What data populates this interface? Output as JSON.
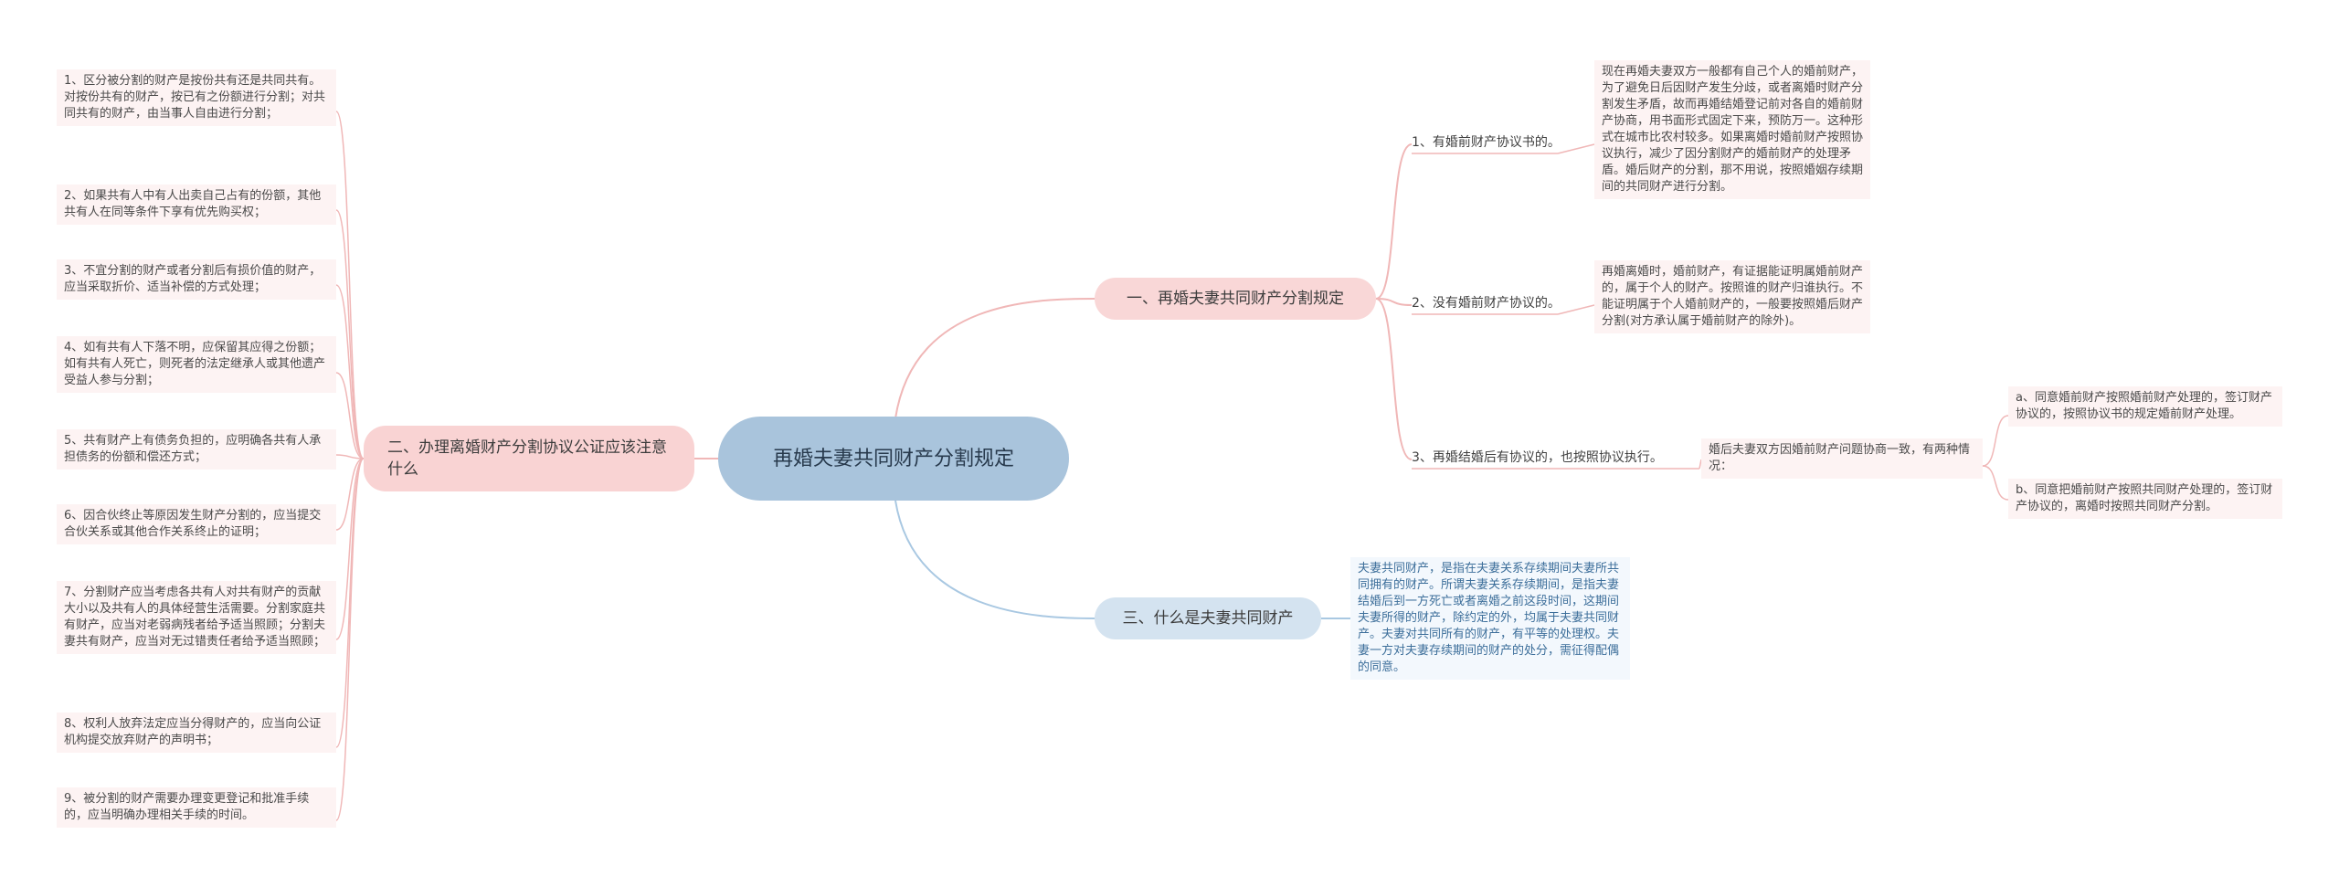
{
  "root": {
    "title": "再婚夫妻共同财产分割规定"
  },
  "branch1": {
    "title": "一、再婚夫妻共同财产分割规定",
    "items": [
      {
        "label": "1、有婚前财产协议书的。",
        "detail": "现在再婚夫妻双方一般都有自己个人的婚前财产，为了避免日后因财产发生分歧，或者离婚时财产分割发生矛盾，故而再婚结婚登记前对各自的婚前财产协商，用书面形式固定下来，预防万一。这种形式在城市比农村较多。如果离婚时婚前财产按照协议执行，减少了因分割财产的婚前财产的处理矛盾。婚后财产的分割，那不用说，按照婚姻存续期间的共同财产进行分割。"
      },
      {
        "label": "2、没有婚前财产协议的。",
        "detail": "再婚离婚时，婚前财产，有证据能证明属婚前财产的，属于个人的财产。按照谁的财产归谁执行。不能证明属于个人婚前财产的，一般要按照婚后财产分割(对方承认属于婚前财产的除外)。"
      },
      {
        "label": "3、再婚结婚后有协议的，也按照协议执行。",
        "detail": "婚后夫妻双方因婚前财产问题协商一致，有两种情况：",
        "options": [
          "a、同意婚前财产按照婚前财产处理的，签订财产协议的，按照协议书的规定婚前财产处理。",
          "b、同意把婚前财产按照共同财产处理的，签订财产协议的，离婚时按照共同财产分割。"
        ]
      }
    ]
  },
  "branch2": {
    "title": "二、办理离婚财产分割协议公证应该注意什么",
    "items": [
      "1、区分被分割的财产是按份共有还是共同共有。对按份共有的财产，按已有之份额进行分割；对共同共有的财产，由当事人自由进行分割；",
      "2、如果共有人中有人出卖自己占有的份额，其他共有人在同等条件下享有优先购买权；",
      "3、不宜分割的财产或者分割后有损价值的财产，应当采取折价、适当补偿的方式处理；",
      "4、如有共有人下落不明，应保留其应得之份额；如有共有人死亡，则死者的法定继承人或其他遗产受益人参与分割；",
      "5、共有财产上有债务负担的，应明确各共有人承担债务的份额和偿还方式；",
      "6、因合伙终止等原因发生财产分割的，应当提交合伙关系或其他合作关系终止的证明；",
      "7、分割财产应当考虑各共有人对共有财产的贡献大小以及共有人的具体经营生活需要。分割家庭共有财产，应当对老弱病残者给予适当照顾；分割夫妻共有财产，应当对无过错责任者给予适当照顾；",
      "8、权利人放弃法定应当分得财产的，应当向公证机构提交放弃财产的声明书；",
      "9、被分割的财产需要办理变更登记和批准手续的，应当明确办理相关手续的时间。"
    ]
  },
  "branch3": {
    "title": "三、什么是夫妻共同财产",
    "detail": "夫妻共同财产，是指在夫妻关系存续期间夫妻所共同拥有的财产。所谓夫妻关系存续期间，是指夫妻结婚后到一方死亡或者离婚之前这段时间，这期间夫妻所得的财产，除约定的外，均属于夫妻共同财产。夫妻对共同所有的财产，有平等的处理权。夫妻一方对夫妻存续期间的财产的处分，需征得配偶的同意。"
  },
  "colors": {
    "pink_line": "#f0b7b7",
    "blue_line": "#a9c8e2",
    "root": "#a9c4dc"
  }
}
